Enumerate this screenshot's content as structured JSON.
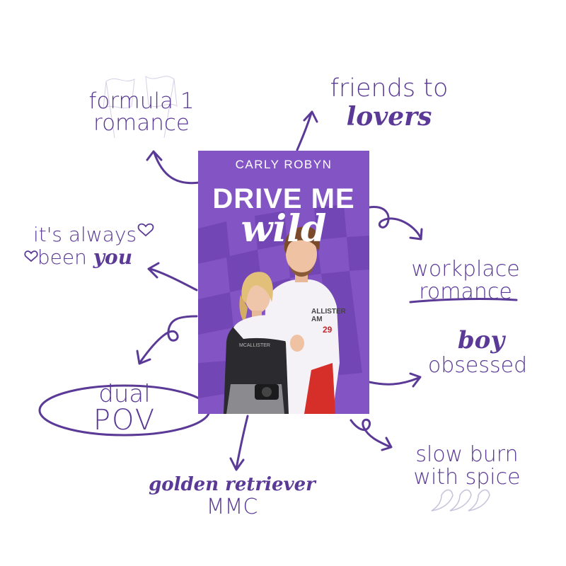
{
  "book": {
    "author": "CARLY ROBYN",
    "title_line1": "DRIVE ME",
    "title_line2": "wild",
    "shirt_text": "ALLISTER\nAM",
    "shirt_number": "29",
    "shirt2_text": "MCALLISTER"
  },
  "tropes": {
    "formula_line1": "formula 1",
    "formula_line2": "romance",
    "friends_line1": "friends to",
    "friends_line2": "lovers",
    "always_line1": "it's always",
    "always_line2a": "been",
    "always_line2b": "you",
    "workplace_line1": "workplace",
    "workplace_line2": "romance",
    "boy": "boy",
    "obsessed": "obsessed",
    "dual_line1": "dual",
    "dual_line2": "POV",
    "golden_line1": "golden retriever",
    "golden_line2": "MMC",
    "slow_line1": "slow burn",
    "slow_line2": "with spice"
  },
  "colors": {
    "purple": "#5a3a96",
    "cover_purple": "#8355c4",
    "cover_dark": "#6e41b0"
  }
}
